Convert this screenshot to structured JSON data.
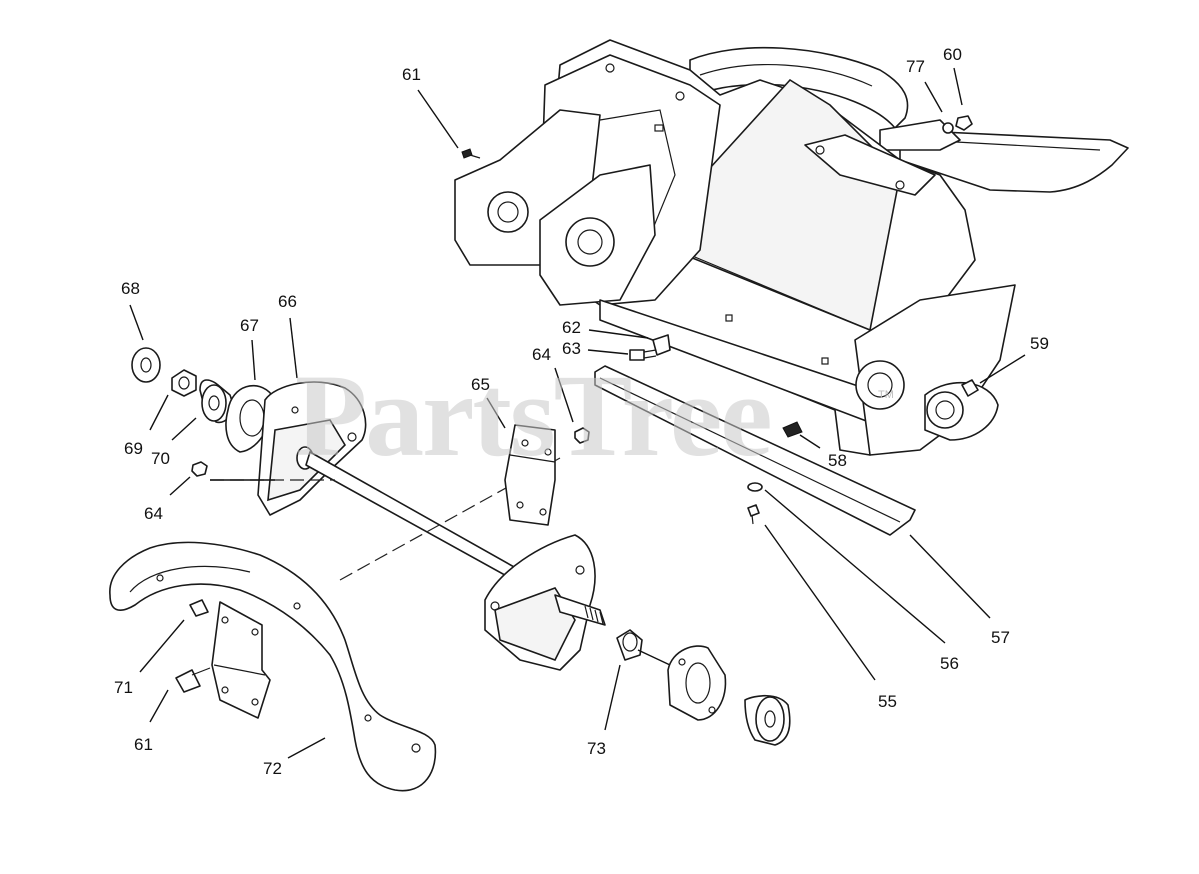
{
  "watermark": {
    "text": "PartsTree",
    "tm": "TM"
  },
  "callouts": [
    {
      "id": "61-top",
      "label": "61"
    },
    {
      "id": "77",
      "label": "77"
    },
    {
      "id": "60",
      "label": "60"
    },
    {
      "id": "68",
      "label": "68"
    },
    {
      "id": "67",
      "label": "67"
    },
    {
      "id": "66",
      "label": "66"
    },
    {
      "id": "62",
      "label": "62"
    },
    {
      "id": "63",
      "label": "63"
    },
    {
      "id": "64-mid",
      "label": "64"
    },
    {
      "id": "65",
      "label": "65"
    },
    {
      "id": "59",
      "label": "59"
    },
    {
      "id": "58",
      "label": "58"
    },
    {
      "id": "69",
      "label": "69"
    },
    {
      "id": "70",
      "label": "70"
    },
    {
      "id": "64-left",
      "label": "64"
    },
    {
      "id": "57",
      "label": "57"
    },
    {
      "id": "56",
      "label": "56"
    },
    {
      "id": "71",
      "label": "71"
    },
    {
      "id": "55",
      "label": "55"
    },
    {
      "id": "61-bottom",
      "label": "61"
    },
    {
      "id": "73",
      "label": "73"
    },
    {
      "id": "72",
      "label": "72"
    }
  ]
}
